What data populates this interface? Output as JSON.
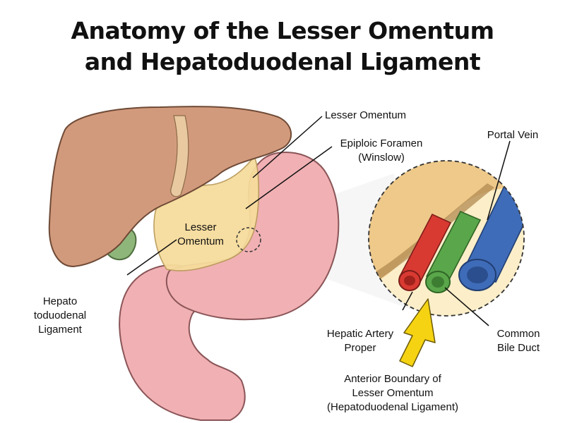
{
  "title": {
    "line1": "Anatomy of the Lesser Omentum",
    "line2": "and Hepatoduodenal Ligament"
  },
  "labels": {
    "lesser_omentum_top": "Lesser Omentum",
    "epiploic_foramen_1": "Epiploic Foramen",
    "epiploic_foramen_2": "(Winslow)",
    "portal_vein": "Portal Vein",
    "lesser_omentum_center_1": "Lesser",
    "lesser_omentum_center_2": "Omentum",
    "hepatoduodenal_1": "Hepato",
    "hepatoduodenal_2": "toduodenal",
    "hepatoduodenal_3": "Ligament",
    "hepatic_artery_1": "Hepatic Artery",
    "hepatic_artery_2": "Proper",
    "common_bile_duct_1": "Common",
    "common_bile_duct_2": "Bile Duct",
    "anterior_boundary_1": "Anterior Boundary of",
    "anterior_boundary_2": "Lesser Omentum",
    "anterior_boundary_3": "(Hepatoduodenal Ligament)"
  },
  "colors": {
    "liver": "#d29a7c",
    "liver_outline": "#6e4a36",
    "stomach": "#f1b0b3",
    "stomach_outline": "#8a5558",
    "omentum": "#f6dc9c",
    "gallbladder": "#8fb67a",
    "hepatic_artery": "#d83a32",
    "common_bile_duct": "#5aa64a",
    "portal_vein": "#3f6cb8",
    "arrow": "#f5d312"
  }
}
